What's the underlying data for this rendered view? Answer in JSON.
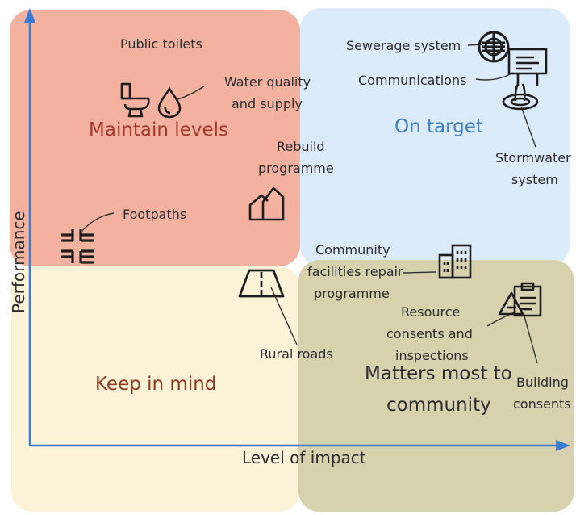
{
  "quadrants": {
    "maintain": {
      "label": "Maintain levels",
      "fill": "#f3b29f",
      "text_color": "#a23a2a"
    },
    "target": {
      "label": "On target",
      "fill": "#dcebfa",
      "text_color": "#3f7fc4"
    },
    "keep": {
      "label": "Keep in mind",
      "fill": "#fbf2d8",
      "text_color": "#8a3a22"
    },
    "matters": {
      "label_line1": "Matters most to",
      "label_line2": "community",
      "fill": "#d7d1ad",
      "text_color": "#2c2c2c"
    }
  },
  "axes": {
    "x_label": "Level of impact",
    "y_label": "Performance",
    "color": "#3a7bd5"
  },
  "items": {
    "public_toilets": "Public toilets",
    "water_quality_line1": "Water quality",
    "water_quality_line2": "and supply",
    "rebuild_line1": "Rebuild",
    "rebuild_line2": "programme",
    "footpaths": "Footpaths",
    "sewerage": "Sewerage system",
    "communications": "Communications",
    "stormwater_line1": "Stormwater",
    "stormwater_line2": "system",
    "community_line1": "Community",
    "community_line2": "facilities repair",
    "community_line3": "programme",
    "rural_roads": "Rural roads",
    "resource_line1": "Resource",
    "resource_line2": "consents and",
    "resource_line3": "inspections",
    "building_line1": "Building",
    "building_line2": "consents"
  },
  "icons": [
    "toilet-icon",
    "water-drop-icon",
    "house-icon",
    "footpath-icon",
    "sewer-pipe-icon",
    "communications-sign-icon",
    "stormwater-drain-icon",
    "buildings-icon",
    "road-icon",
    "clipboard-icon"
  ]
}
